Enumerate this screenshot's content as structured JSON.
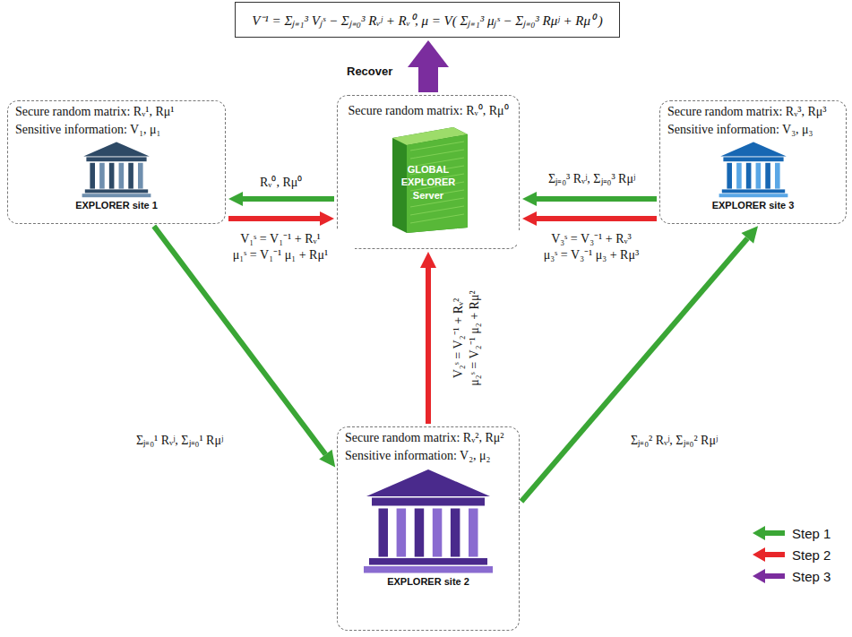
{
  "diagram": {
    "nodes": [
      {
        "text": [
          "V⁻¹ = Σⱼ₌₁³ Vⱼˢ − Σⱼ₌₀³ Rᵥʲ + Rᵥ⁰,    μ = V( Σⱼ₌₁³ μⱼˢ − Σⱼ₌₀³ Rμʲ + Rμ⁰ )"
        ]
      },
      {
        "text": [
          "Secure random matrix: Rᵥ¹, Rμ¹",
          "Sensitive information: V₁, μ₁",
          "EXPLORER site 1"
        ]
      },
      {
        "text": [
          "Secure random matrix: Rᵥ⁰, Rμ⁰"
        ]
      },
      {
        "text": [
          "Secure random matrix: Rᵥ³, Rμ³",
          "Sensitive information: V₃, μ₃",
          "EXPLORER site 3"
        ]
      },
      {
        "text": [
          "Secure random matrix: Rᵥ², Rμ²",
          "Sensitive information: V₂, μ₂",
          "EXPLORER site 2"
        ]
      }
    ],
    "edges": [
      {
        "from": 2,
        "to": 1,
        "arrow": "to",
        "label": "Rᵥ⁰, Rμ⁰"
      },
      {
        "from": 1,
        "to": 2,
        "arrow": "to",
        "label": "V₁ˢ = V₁⁻¹ + Rᵥ¹ μ₁ˢ = V₁⁻¹ μ₁ + Rμ¹"
      },
      {
        "from": 3,
        "to": 2,
        "arrow": "to",
        "label": "Σⱼ₌₀³ Rᵥʲ, Σⱼ₌₀³ Rμʲ"
      },
      {
        "from": 3,
        "to": 2,
        "arrow": "to",
        "label": "V₃ˢ = V₃⁻¹ + Rᵥ³ μ₃ˢ = V₃⁻¹ μ₃ + Rμ³"
      },
      {
        "from": 1,
        "to": 4,
        "arrow": "to",
        "label": "Σⱼ₌₀¹ Rᵥʲ, Σⱼ₌₀¹ Rμʲ"
      },
      {
        "from": 4,
        "to": 2,
        "arrow": "to",
        "label": "V₂ˢ = V₂⁻¹ + Rᵥ² μ₂ˢ = V₂⁻¹ μ₂ + Rμ²"
      },
      {
        "from": 4,
        "to": 3,
        "arrow": "to",
        "label": "Σⱼ₌₀² Rᵥʲ, Σⱼ₌₀² Rμʲ"
      },
      {
        "from": 2,
        "to": 0,
        "arrow": "to",
        "label": "Recover"
      }
    ],
    "labels": [
      "GLOBAL EXPLORER Server"
    ],
    "legend": [
      {
        "text": "Step 1",
        "color": "#3aa635"
      },
      {
        "text": "Step 2",
        "color": "#e8262a"
      },
      {
        "text": "Step 3",
        "color": "#7b2d9e"
      }
    ]
  }
}
